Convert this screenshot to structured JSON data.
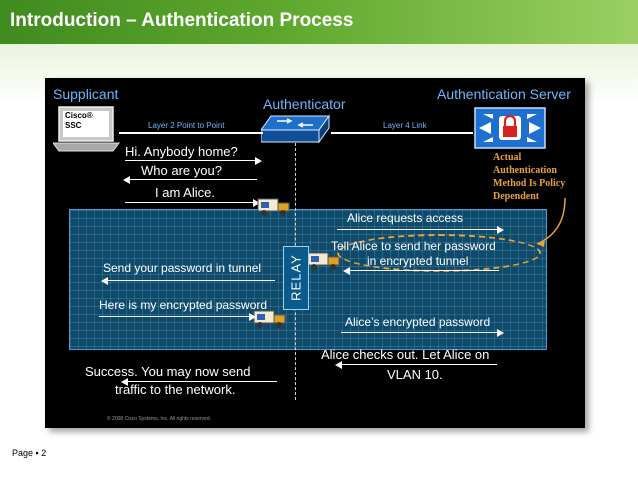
{
  "header": {
    "title": "Introduction – Authentication Process"
  },
  "footer": {
    "page_label": "Page ▪ 2"
  },
  "slide": {
    "supplicant": {
      "title": "Supplicant",
      "badge": "Cisco® SSC"
    },
    "authenticator": {
      "title": "Authenticator"
    },
    "auth_server": {
      "title": "Authentication Server"
    },
    "links": {
      "layer2": "Layer 2 Point to Point",
      "layer4": "Layer 4 Link"
    },
    "note": "Actual Authentication Method Is Policy Dependent",
    "relay": "RELAY",
    "messages": {
      "hi": "Hi. Anybody home?",
      "who": "Who are you?",
      "alice": "I am Alice.",
      "requests": "Alice requests access",
      "tell1": "Tell Alice to send her password",
      "tell2": "in encrypted tunnel",
      "send_pw": "Send your password in tunnel",
      "here_pw": "Here is my encrypted password",
      "enc_pw": "Alice’s encrypted password",
      "checks1": "Alice checks out. Let Alice on",
      "checks2": "VLAN 10.",
      "success1": "Success. You may now send",
      "success2": "traffic to the network."
    },
    "copyright": "© 2008 Cisco Systems, Inc. All rights reserved."
  },
  "colors": {
    "header_green": "#4f9a26",
    "title_blue": "#6fb6ff",
    "note_orange": "#e8a23a"
  }
}
